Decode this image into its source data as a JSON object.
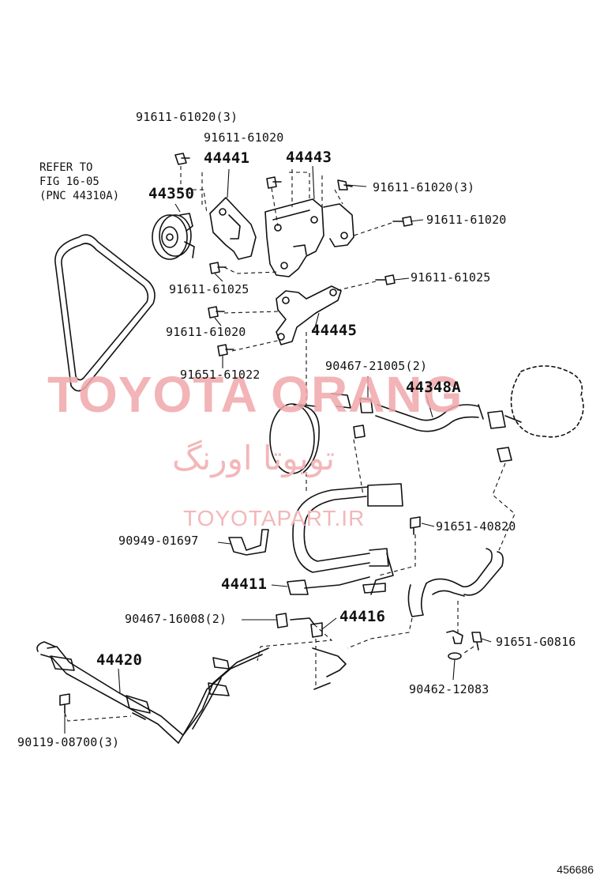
{
  "refer_note": {
    "line1": "REFER TO",
    "line2": "FIG 16-05",
    "line3": "(PNC 44310A)"
  },
  "parts": {
    "p44441": "44441",
    "p44443": "44443",
    "p44350": "44350",
    "p44445": "44445",
    "p44348A": "44348A",
    "p44411": "44411",
    "p44416": "44416",
    "p44420": "44420"
  },
  "bolts": {
    "b1": "91611-61020(3)",
    "b2": "91611-61020",
    "b3": "91611-61020(3)",
    "b4": "91611-61020",
    "b5": "91611-61025",
    "b6": "91611-61025",
    "b7": "91611-61020",
    "b8": "91651-61022",
    "b9": "90467-21005(2)",
    "b10": "91651-40820",
    "b11": "90949-01697",
    "b12": "90467-16008(2)",
    "b13": "91651-G0816",
    "b14": "90462-12083",
    "b15": "90119-08700(3)"
  },
  "watermark": {
    "brand": "TOYOTA ORANG",
    "persian": "تویوتا اورنگ",
    "site": "TOYOTAPART.IR"
  },
  "figure_number": "456686"
}
